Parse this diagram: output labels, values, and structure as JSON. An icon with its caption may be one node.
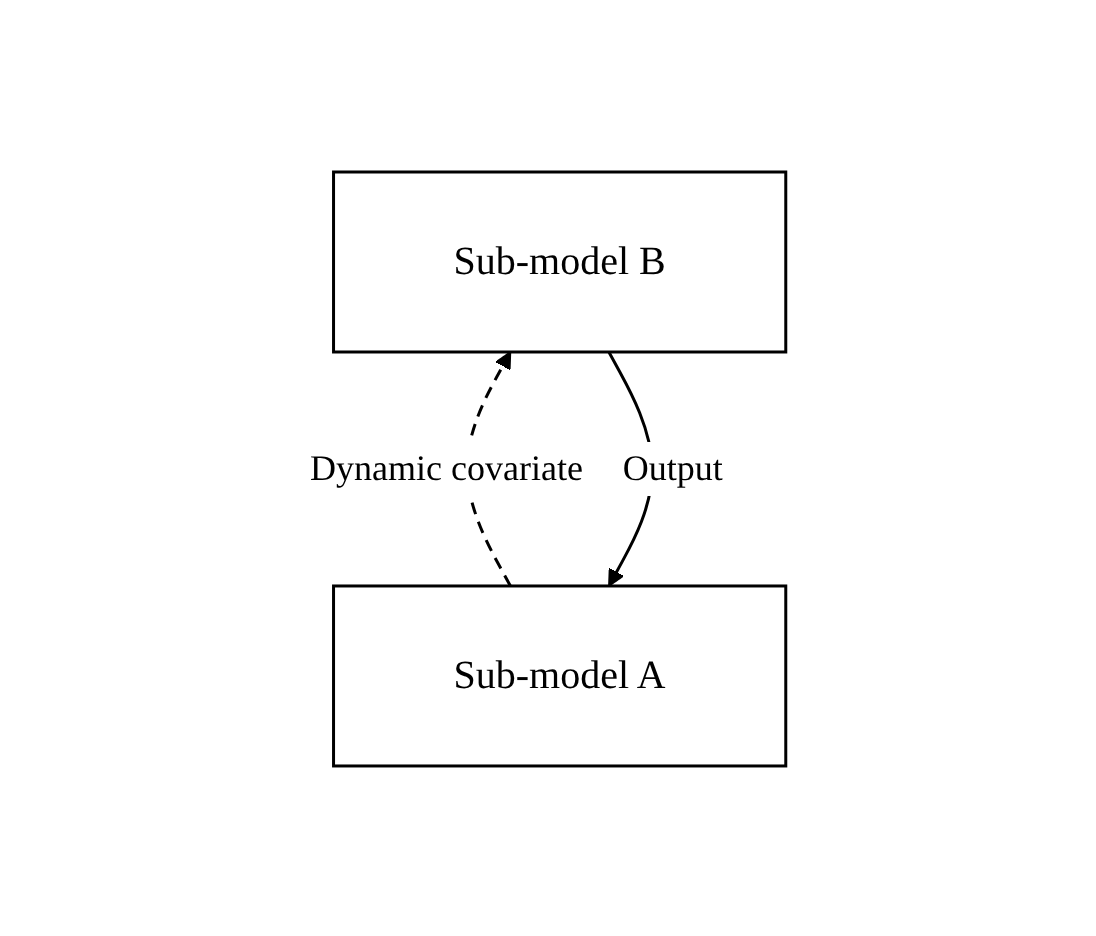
{
  "diagram": {
    "nodes": [
      {
        "text": [
          "Sub-model A"
        ]
      },
      {
        "text": [
          "Sub-model B"
        ]
      }
    ],
    "edges": [
      {
        "from": 1,
        "to": 0,
        "arrow": "to",
        "label": "Output"
      },
      {
        "from": 0,
        "to": 1,
        "arrow": "to",
        "label": "Dynamic covariate",
        "style": "dashed"
      }
    ]
  }
}
